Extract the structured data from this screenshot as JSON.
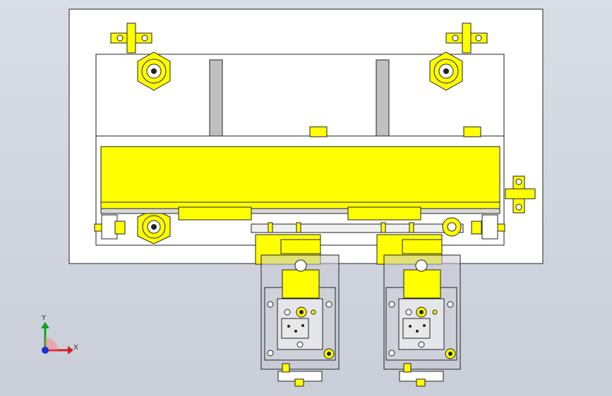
{
  "viewport": {
    "name": "cad-drawing-viewport",
    "colors": {
      "background": "#cfd3dd",
      "plate": "#ffffff",
      "outline": "#222222",
      "yellow": "#ffff00",
      "yellow_dark": "#c8c800",
      "gray": "#c0c0c0",
      "clear_part": "#c8cbd3"
    }
  },
  "triad": {
    "x_label": "X",
    "y_label": "Y",
    "x_color": "#d42020",
    "y_color": "#10a020",
    "z_color": "#1830d0"
  }
}
